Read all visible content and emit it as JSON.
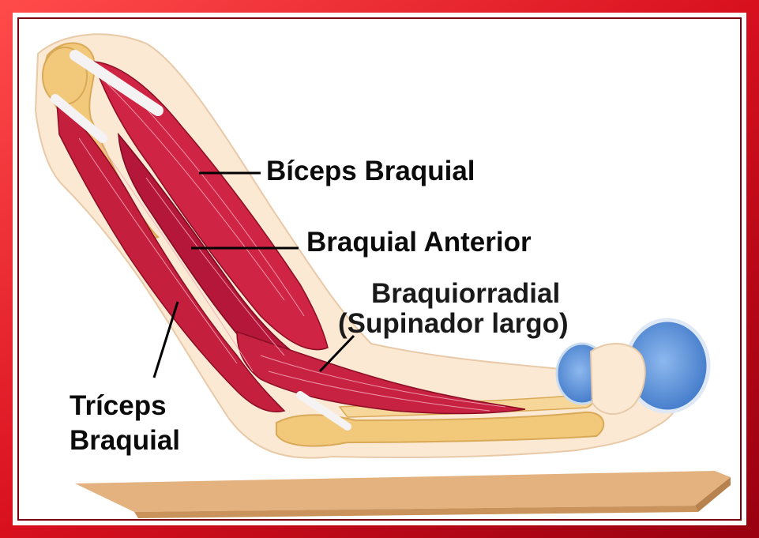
{
  "labels": {
    "biceps": "Bíceps Braquial",
    "braquial_anterior": "Braquial Anterior",
    "braquiorradial_line1": "Braquiorradial",
    "braquiorradial_line2": "(Supinador largo)",
    "triceps_line1": "Tríceps",
    "triceps_line2": "Braquial"
  },
  "colors": {
    "frame": "#d8101e",
    "muscle": "#c41f3c",
    "muscle_dark": "#9e1030",
    "skin": "#fbe9d4",
    "bone": "#f2c97a",
    "weight": "#5b92d8",
    "table": "#e3b27e"
  }
}
